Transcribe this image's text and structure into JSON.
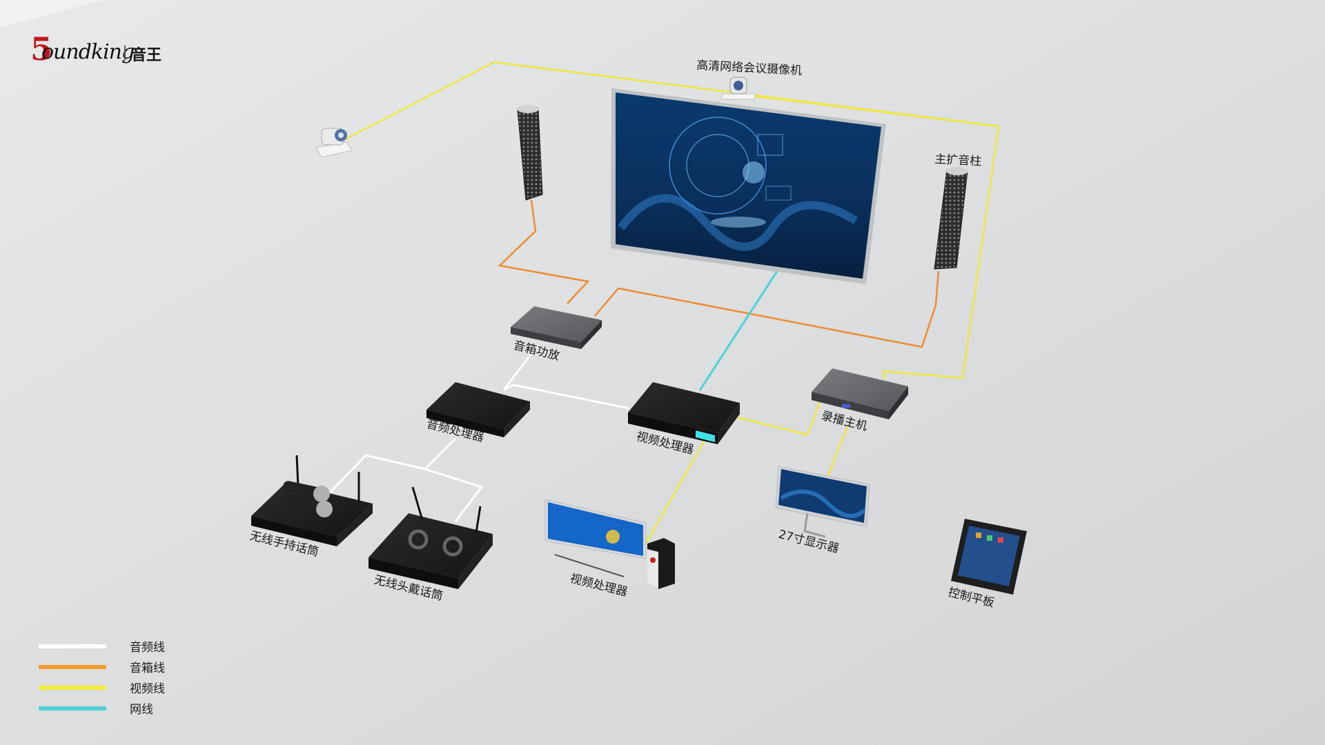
{
  "brand": {
    "five": "5",
    "wordmark": "oundking",
    "chinese": "音王"
  },
  "labels": {
    "camera": "高清网络会议摄像机",
    "main_speaker": "主扩音柱",
    "amplifier": "音箱功放",
    "audio_processor": "音频处理器",
    "video_processor": "视频处理器",
    "recorder": "录播主机",
    "handheld_mic": "无线手持话筒",
    "headset_mic": "无线头戴话筒",
    "pc": "视频处理器",
    "monitor": "27寸显示器",
    "tablet": "控制平板"
  },
  "legend": [
    {
      "label": "音频线",
      "color": "#ffffff"
    },
    {
      "label": "音箱线",
      "color": "#f39a2b"
    },
    {
      "label": "视频线",
      "color": "#f4ec3a"
    },
    {
      "label": "网线",
      "color": "#4fd0d6"
    }
  ],
  "colors": {
    "audio": "#ffffff",
    "speaker": "#f08a30",
    "video": "#f1e83c",
    "network": "#4fd0d6",
    "brand": "#c0161c"
  }
}
